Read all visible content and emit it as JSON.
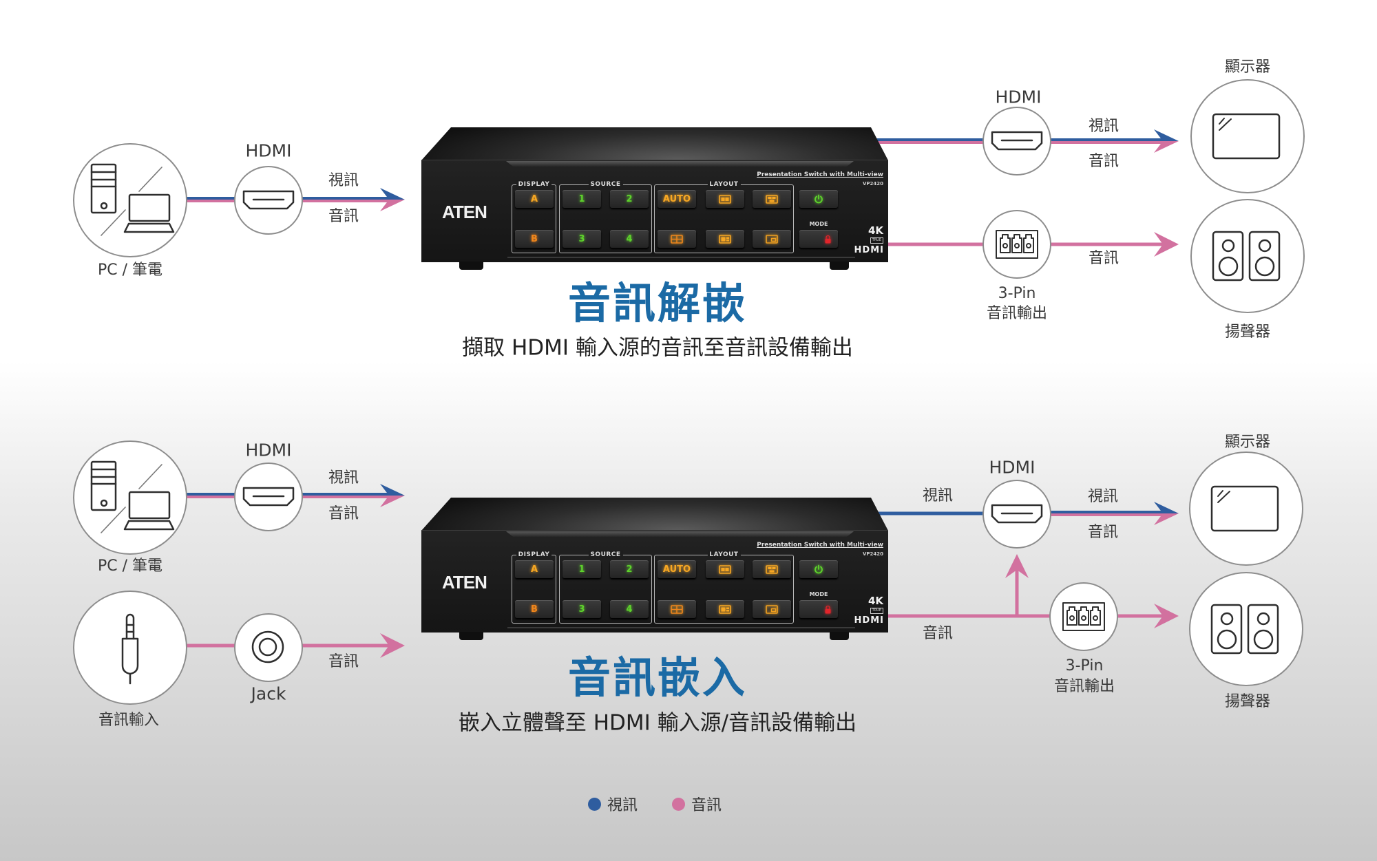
{
  "colors": {
    "video": "#2f5d9f",
    "audio": "#d2719f",
    "title": "#1b6aa5",
    "amber": "#f7a723",
    "green": "#5fd42c",
    "red": "#e2252b"
  },
  "device": {
    "brand": "ATEN",
    "tagline": "Presentation Switch with Multi-view",
    "model": "VP2420",
    "groups": {
      "display": "DISPLAY",
      "source": "SOURCE",
      "layout": "LAYOUT"
    },
    "display_buttons": [
      "A",
      "B"
    ],
    "source_buttons": [
      "1",
      "2",
      "3",
      "4"
    ],
    "layout_auto": "AUTO",
    "layout_icons": [
      "dual-view",
      "triple-view",
      "quad-view",
      "main-plus-two",
      "picture-in-picture"
    ],
    "power_icon": "power",
    "lock_icon": "lock",
    "mode_label": "MODE",
    "badge": {
      "k": "4K",
      "true": "TRUE",
      "hdmi": "HDMI"
    }
  },
  "top": {
    "title": "音訊解嵌",
    "subtitle": "擷取 HDMI 輸入源的音訊至音訊設備輸出",
    "source": {
      "label": "PC / 筆電",
      "connector": "HDMI",
      "video": "視訊",
      "audio": "音訊"
    },
    "hdmi_out": {
      "connector": "HDMI",
      "video": "視訊",
      "audio": "音訊",
      "device": "顯示器"
    },
    "audio_out": {
      "connector": "3-Pin",
      "connector_sub": "音訊輸出",
      "audio": "音訊",
      "device": "揚聲器"
    }
  },
  "bottom": {
    "title": "音訊嵌入",
    "subtitle": "嵌入立體聲至 HDMI 輸入源/音訊設備輸出",
    "source": {
      "label": "PC / 筆電",
      "connector": "HDMI",
      "video": "視訊",
      "audio": "音訊"
    },
    "audio_in": {
      "label": "音訊輸入",
      "connector": "Jack",
      "audio": "音訊"
    },
    "out_video": "視訊",
    "out_audio": "音訊",
    "hdmi_out": {
      "connector": "HDMI",
      "video": "視訊",
      "audio": "音訊",
      "device": "顯示器"
    },
    "audio_out": {
      "connector": "3-Pin",
      "connector_sub": "音訊輸出",
      "device": "揚聲器"
    }
  },
  "legend": {
    "video": "視訊",
    "audio": "音訊"
  }
}
